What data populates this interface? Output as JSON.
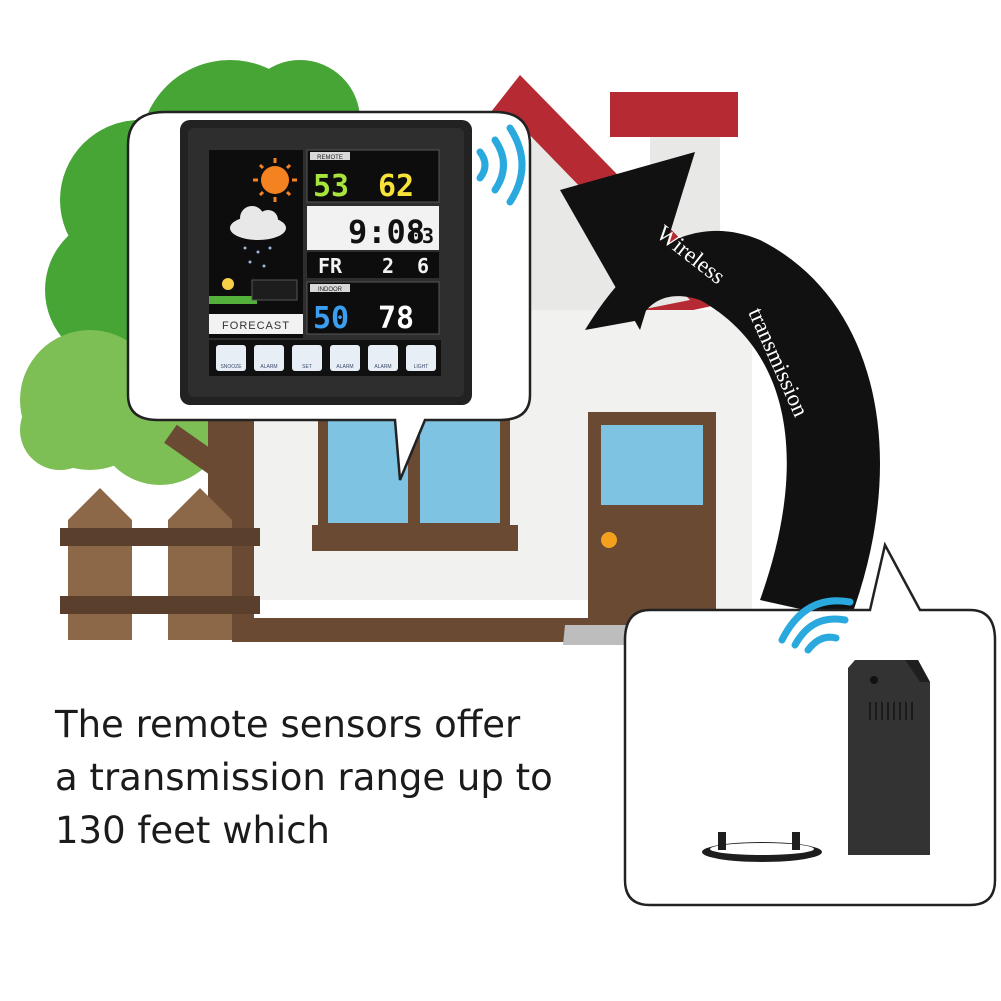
{
  "arrow": {
    "line1": "Wireless",
    "line2": "transmission"
  },
  "caption": {
    "line1": "The remote sensors offer",
    "line2": "a transmission range up to",
    "line3": "130 feet which"
  },
  "display": {
    "remote_label": "REMOTE",
    "remote_temp": "53",
    "remote_humidity": "62",
    "time_main": "9:08",
    "time_sec": "03",
    "day": "FR",
    "month": "2",
    "date": "6",
    "indoor_label": "INDOOR",
    "indoor_temp": "50",
    "indoor_humidity": "78",
    "forecast_label": "FORECAST",
    "buttons": [
      "SNOOZE",
      "ALARM",
      "SET",
      "ALARM",
      "ALARM",
      "LIGHT"
    ]
  },
  "colors": {
    "roof": "#b52a33",
    "wall": "#f4f4f2",
    "wood": "#6b4a33",
    "window": "#7fc3e3",
    "tree_dark": "#46a535",
    "tree_light": "#7dbf54",
    "signal": "#2aa9df",
    "arrow": "#111111"
  },
  "icons": [
    "sun-icon",
    "cloud-rain-icon",
    "wifi-signal-icon",
    "sensor-icon",
    "flower-icon"
  ]
}
